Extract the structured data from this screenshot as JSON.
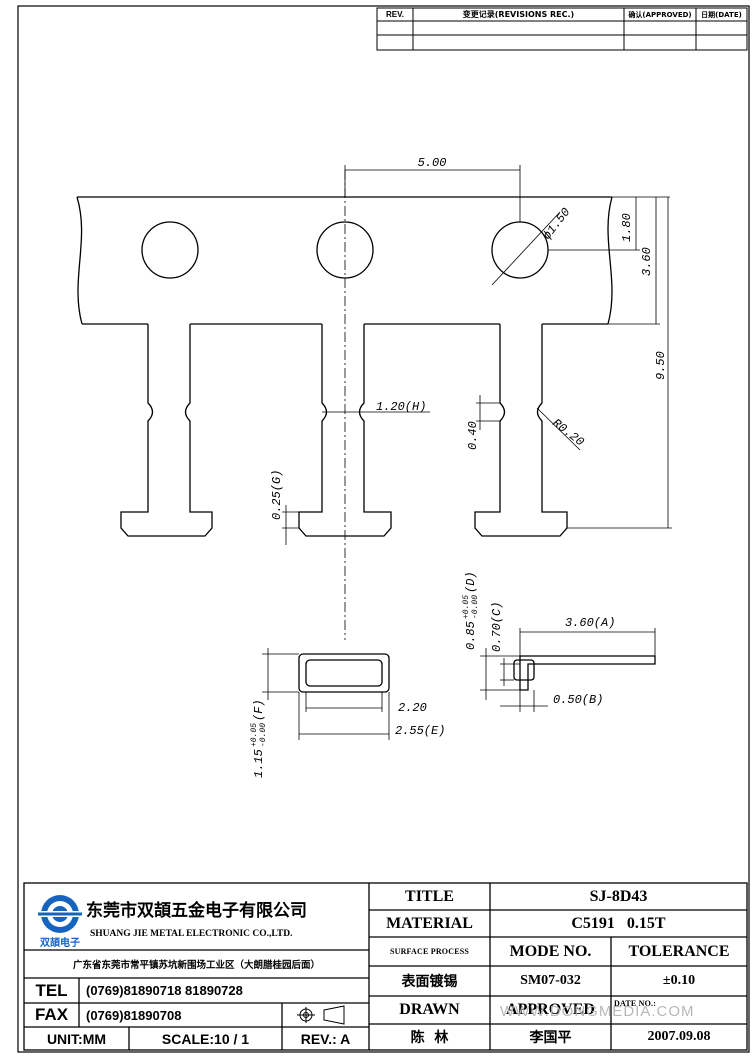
{
  "revision_block": {
    "headers": [
      "REV.",
      "变更记录(REVISIONS REC.)",
      "确认(APPROVED)",
      "日期(DATE)"
    ]
  },
  "dimensions": {
    "pitch": "5.00",
    "hole_diameter": "ϕ1.50",
    "hole_offset": "1.80",
    "strip_height": "3.60",
    "total_length": "9.50",
    "width_h": "1.20(H)",
    "neck": "0.40",
    "radius": "R0.20",
    "dim_g": "0.25(G)",
    "dim_d": "0.85",
    "dim_d_tol_plus": "+0.05",
    "dim_d_tol_minus": "-0.00",
    "dim_d_suffix": "(D)",
    "dim_c": "0.70(C)",
    "dim_a": "3.60(A)",
    "dim_b": "0.50(B)",
    "dim_inner": "2.20",
    "dim_e": "2.55(E)",
    "dim_f": "1.15",
    "dim_f_tol_plus": "+0.05",
    "dim_f_tol_minus": "-0.00",
    "dim_f_suffix": "(F)"
  },
  "company": {
    "name_cn": "东莞市双頡五金电子有限公司",
    "name_en": "SHUANG JIE METAL ELECTRONIC CO.,LTD.",
    "address": "广东省东莞市常平镇苏坑新围场工业区（大朗腊桂园后面）",
    "logo_text": "双頡电子"
  },
  "contact": {
    "tel_label": "TEL",
    "tel_value": "(0769)81890718  81890728",
    "fax_label": "FAX",
    "fax_value": "(0769)81890708"
  },
  "footer": {
    "unit": "UNIT:MM",
    "scale": "SCALE:10 / 1",
    "rev": "REV.: A"
  },
  "title_block": {
    "title_label": "TITLE",
    "title_value": "SJ-8D43",
    "material_label": "MATERIAL",
    "material_value": "C5191   0.15T",
    "surface_label": "SURFACE PROCESS",
    "mode_label": "MODE NO.",
    "tolerance_label": "TOLERANCE",
    "surface_value": "表面镀锡",
    "mode_value": "SM07-032",
    "tolerance_value": "±0.10",
    "drawn_label": "DRAWN",
    "approved_label": "APPROVED",
    "date_label": "DATE NO.:",
    "drawn_value": "陈  林",
    "approved_value": "李国平",
    "date_value": "2007.09.08"
  },
  "watermark": "WWW.DONGMEDIA.COM",
  "colors": {
    "line": "#000000",
    "logo_blue": "#1565c0",
    "watermark": "#b8b8b8"
  }
}
